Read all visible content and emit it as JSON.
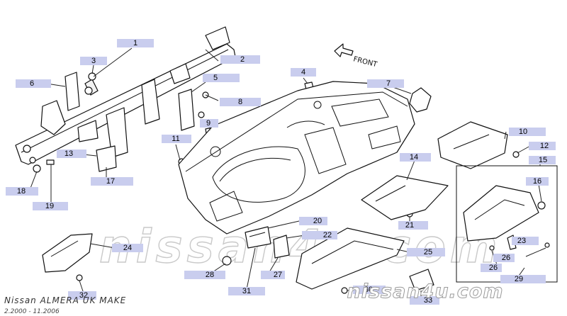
{
  "direction_label": "FRONT",
  "watermark_text": "nissan4u.com",
  "site_mark": "nissan4u.com",
  "footer": {
    "title": "Nissan ALMERA UK MAKE",
    "dates": "2.2000 - 11.2006"
  },
  "callouts": [
    "1",
    "2",
    "3",
    "4",
    "5",
    "6",
    "7",
    "8",
    "9",
    "10",
    "11",
    "12",
    "13",
    "14",
    "15",
    "16",
    "17",
    "18",
    "19",
    "20",
    "21",
    "22",
    "23",
    "24",
    "25",
    "26",
    "26",
    "27",
    "28",
    "29",
    "30",
    "31",
    "32",
    "33"
  ],
  "colors": {
    "callout_bg": "#c9cdee",
    "line": "#111111"
  }
}
